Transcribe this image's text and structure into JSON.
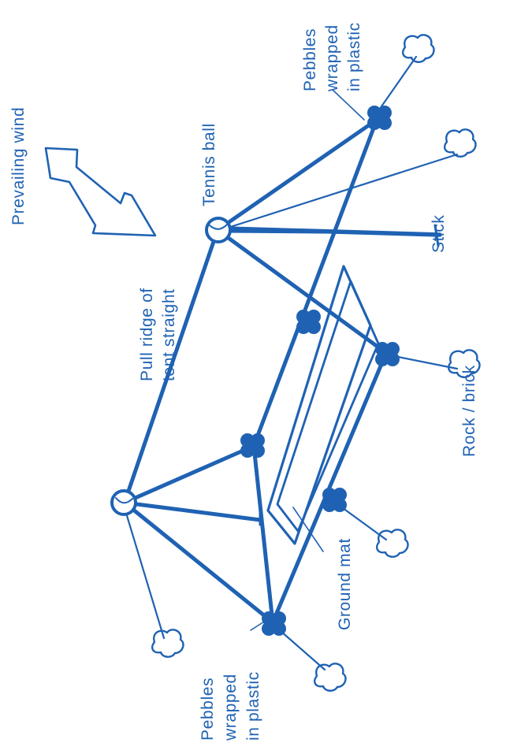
{
  "colors": {
    "ink": "#1f62b3"
  },
  "labels": {
    "prevailing_wind": "Prevailing wind",
    "tennis_ball": "Tennis ball",
    "pebbles_top_1": "Pebbles",
    "pebbles_top_2": "wrapped",
    "pebbles_top_3": "in plastic",
    "stick": "Stick",
    "pull_ridge_1": "Pull ridge of",
    "pull_ridge_2": "tent straight",
    "rock_brick": "Rock / brick",
    "ground_mat": "Ground mat",
    "pebbles_bottom_1": "Pebbles",
    "pebbles_bottom_2": "wrapped",
    "pebbles_bottom_3": "in plastic"
  },
  "icons": {
    "wind": "arrow-icon",
    "ball": "tennis-ball-icon",
    "pebbles": "pebble-cluster-icon",
    "rock": "rock-icon"
  }
}
